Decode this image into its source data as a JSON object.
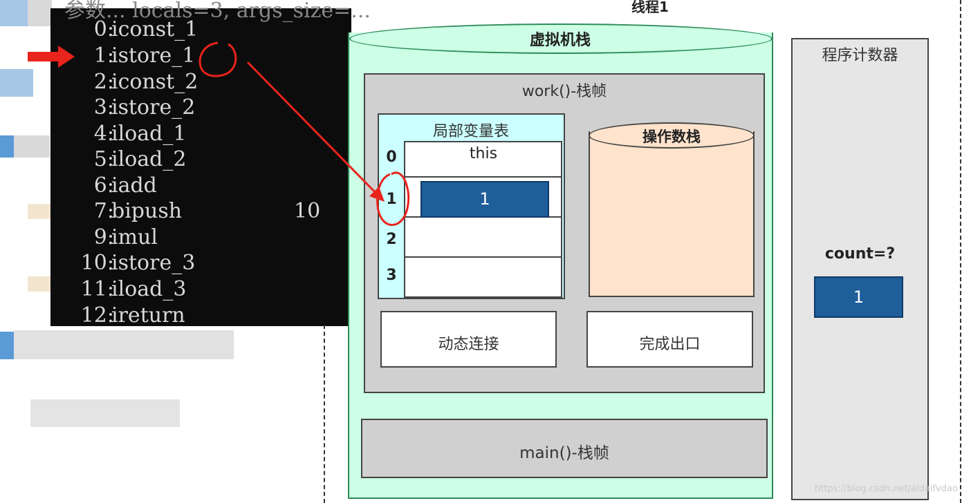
{
  "console": {
    "header": "参数... locals=3, args_size=...",
    "lines": [
      {
        "idx": "0:",
        "op": "iconst_1",
        "arg": ""
      },
      {
        "idx": "1:",
        "op": "istore_1",
        "arg": ""
      },
      {
        "idx": "2:",
        "op": "iconst_2",
        "arg": ""
      },
      {
        "idx": "3:",
        "op": "istore_2",
        "arg": ""
      },
      {
        "idx": "4:",
        "op": "iload_1",
        "arg": ""
      },
      {
        "idx": "5:",
        "op": "iload_2",
        "arg": ""
      },
      {
        "idx": "6:",
        "op": "iadd",
        "arg": ""
      },
      {
        "idx": "7:",
        "op": "bipush",
        "arg": "10"
      },
      {
        "idx": "9:",
        "op": "imul",
        "arg": ""
      },
      {
        "idx": "10:",
        "op": "istore_3",
        "arg": ""
      },
      {
        "idx": "11:",
        "op": "iload_3",
        "arg": ""
      },
      {
        "idx": "12:",
        "op": "ireturn",
        "arg": ""
      }
    ]
  },
  "thread": {
    "title": "线程1"
  },
  "vm_stack": {
    "title": "虚拟机栈",
    "work_frame": {
      "title": "work()-栈帧",
      "local_var_table": {
        "title": "局部变量表",
        "slots": [
          {
            "index": "0",
            "value": "this"
          },
          {
            "index": "1",
            "value": "1"
          },
          {
            "index": "2",
            "value": ""
          },
          {
            "index": "3",
            "value": ""
          }
        ]
      },
      "operand_stack": {
        "title": "操作数栈"
      },
      "dynamic_linking": "动态连接",
      "return_address": "完成出口"
    },
    "main_frame": {
      "title": "main()-栈帧"
    }
  },
  "program_counter": {
    "title": "程序计数器",
    "count_label": "count=?",
    "count_value": "1"
  },
  "annotation_color": "#e8241c",
  "watermark": "https://blog.csdn.net/aidaifvdao"
}
